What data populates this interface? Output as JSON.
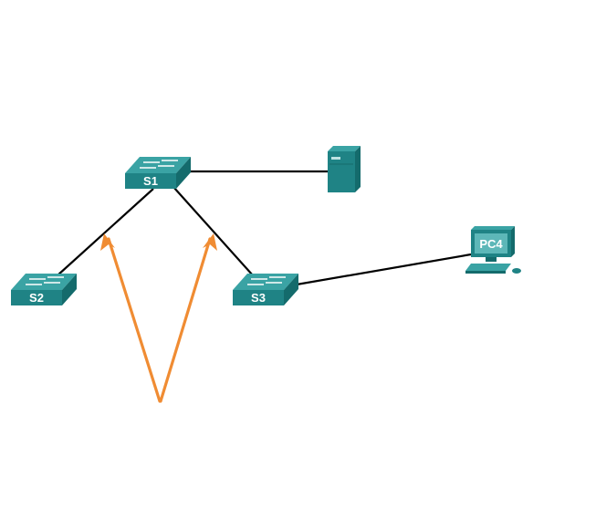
{
  "devices": {
    "s1": {
      "label": "S1",
      "type": "switch"
    },
    "s2": {
      "label": "S2",
      "type": "switch"
    },
    "s3": {
      "label": "S3",
      "type": "switch"
    },
    "server": {
      "label": "",
      "type": "server"
    },
    "pc4": {
      "label": "PC4",
      "type": "pc"
    }
  },
  "links": [
    {
      "from": "s1",
      "to": "s2"
    },
    {
      "from": "s1",
      "to": "s3"
    },
    {
      "from": "s1",
      "to": "server"
    },
    {
      "from": "s3",
      "to": "pc4"
    }
  ],
  "colors": {
    "device_top": "#3aa3a4",
    "device_front": "#1f8385",
    "device_side": "#146b6c",
    "link": "#000000",
    "arrow": "#f08c33"
  },
  "icons": {
    "switch": "switch-icon",
    "server": "server-icon",
    "pc": "pc-icon"
  }
}
